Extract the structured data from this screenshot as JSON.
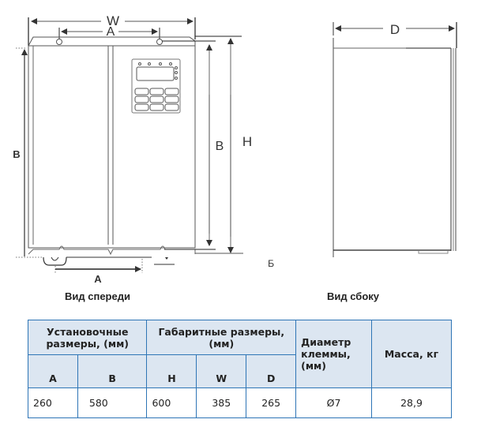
{
  "front_view": {
    "caption": "Вид спереди",
    "dim_labels": {
      "width_top": "W",
      "mount_top": "A",
      "height_right": "H",
      "mount_height_right": "B",
      "mount_height_left": "B",
      "mount_bottom": "A"
    },
    "keypad": {
      "indicator_leds": 4,
      "side_leds": 3,
      "display_count": 1,
      "button_rows": 3,
      "button_cols": 3
    }
  },
  "side_view": {
    "caption": "Вид сбоку",
    "dim_labels": {
      "depth_top": "D"
    }
  },
  "stray_mark": "Ƃ",
  "spec_table": {
    "group_headers": {
      "mounting": "Установочные размеры, (мм)",
      "overall": "Габаритные размеры, (мм)",
      "terminal": "Диаметр клеммы, (мм)",
      "mass": "Масса, кг"
    },
    "sub_headers": [
      "A",
      "B",
      "H",
      "W",
      "D"
    ],
    "row": {
      "A": "260",
      "B": "580",
      "H": "600",
      "W": "385",
      "D": "265",
      "terminal_diameter": "Ø7",
      "mass": "28,9"
    },
    "colors": {
      "border": "#2e75b6",
      "header_bg": "#dce6f1"
    }
  }
}
